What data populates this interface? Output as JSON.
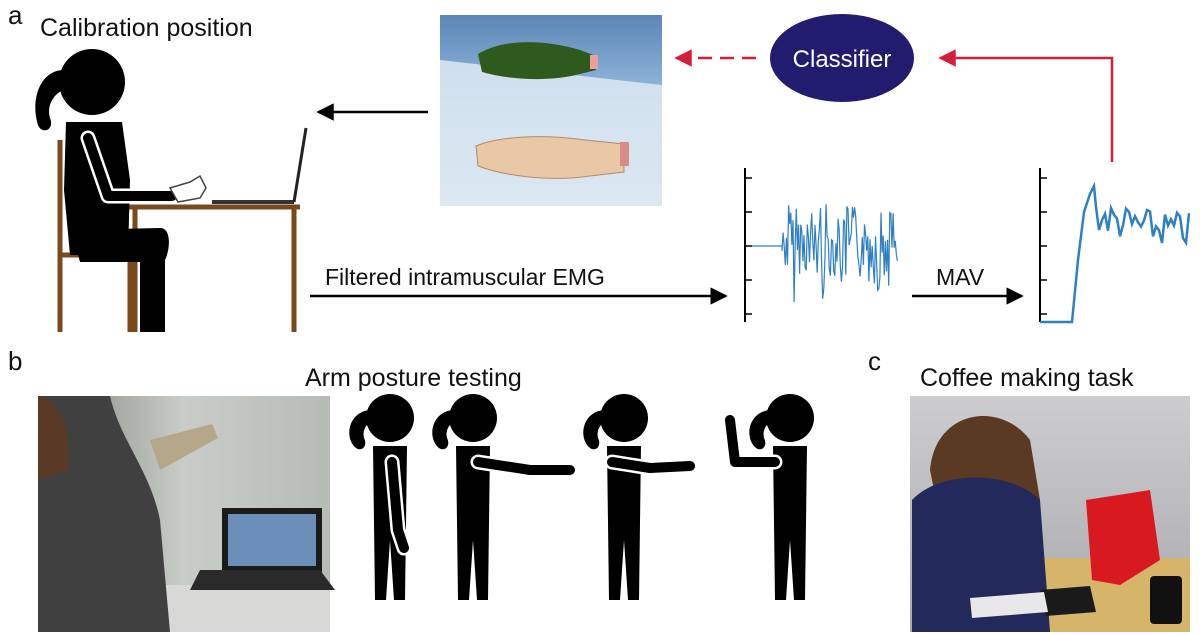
{
  "panels": {
    "a": {
      "letter": "a",
      "title": "Calibration position"
    },
    "b": {
      "letter": "b",
      "title": "Arm posture testing"
    },
    "c": {
      "letter": "c",
      "title": "Coffee making task"
    }
  },
  "diagram": {
    "classifier_label": "Classifier",
    "emg_label": "Filtered intramuscular EMG",
    "mav_label": "MAV"
  },
  "colors": {
    "feedback_arrow": "#d3203a",
    "classifier_fill": "#221c6e",
    "emg_trace": "#2f7fc4",
    "figure": "#000000",
    "chair_wood": "#7a4a1c"
  },
  "icons": [
    "person-seated-icon",
    "laptop-icon",
    "virtual-hand-icon",
    "person-standing-icon",
    "photo-placeholder"
  ]
}
